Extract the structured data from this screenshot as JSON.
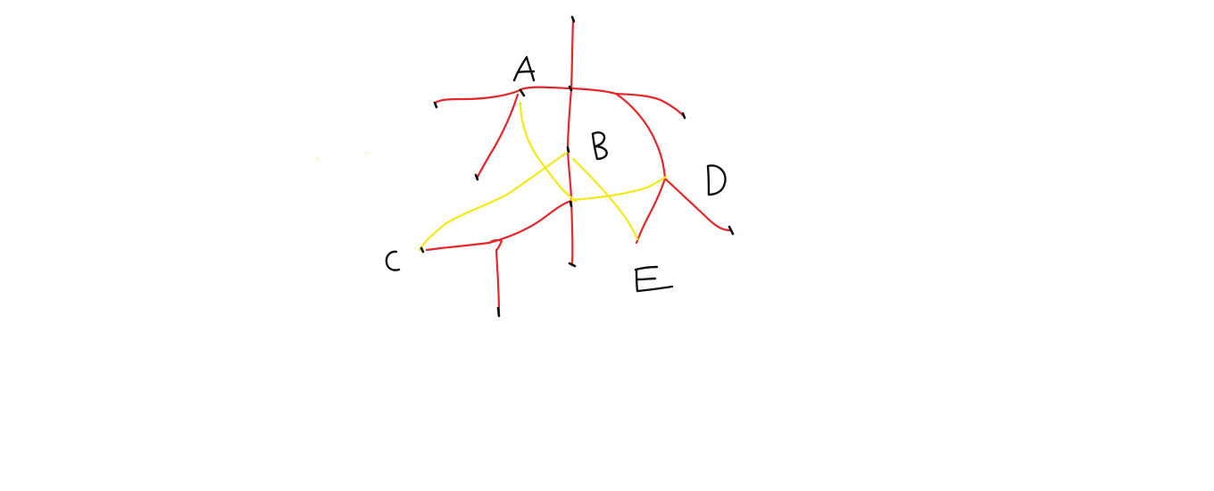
{
  "nodes": {
    "A": "A",
    "B": "B",
    "C": "C",
    "D": "D",
    "E": "E"
  },
  "colors": {
    "background": "#ffffff",
    "red_edges": "#e5262b",
    "yellow_edges": "#f2ea12",
    "ink": "#111111"
  }
}
